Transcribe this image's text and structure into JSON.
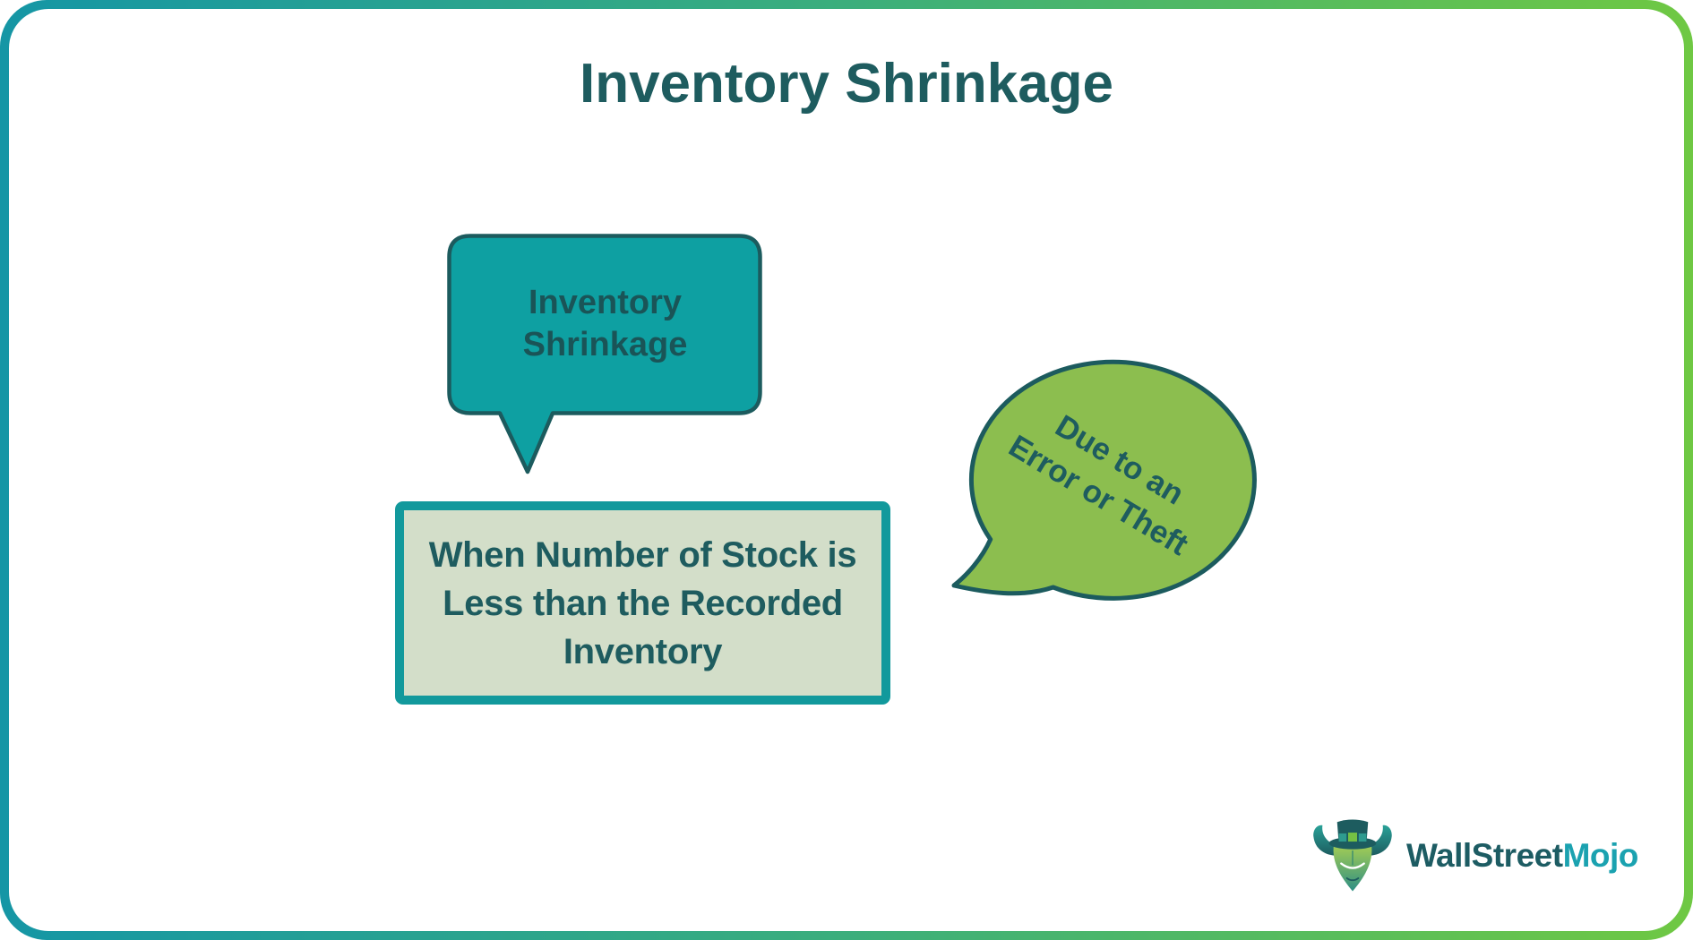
{
  "title": "Inventory Shrinkage",
  "term_bubble": {
    "line1": "Inventory",
    "line2": "Shrinkage"
  },
  "definition_box": {
    "line1": "When Number of Stock is",
    "line2": "Less than the Recorded",
    "line3": "Inventory"
  },
  "cause_bubble": {
    "line1": "Due to an",
    "line2": "Error or Theft"
  },
  "logo": {
    "name_primary": "WallStreet",
    "name_secondary": "Mojo",
    "mascot": "bull-mascot-icon"
  },
  "colors": {
    "dark_teal_text": "#1E5C5F",
    "teal_fill": "#0EA0A2",
    "teal_border": "#1C5B5E",
    "sage_fill": "#D3DEC9",
    "box_border_teal": "#12999C",
    "green_fill": "#8CBE4F",
    "frame_gradient_start": "#1596A5",
    "frame_gradient_end": "#6FC843",
    "logo_primary": "#1D5C63",
    "logo_secondary": "#1BA2B0"
  }
}
